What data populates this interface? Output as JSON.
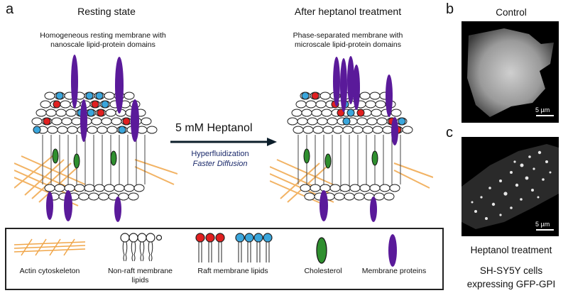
{
  "panel_a": {
    "letter": "a",
    "left_title": "Resting state",
    "left_subtitle_line1": "Homogeneous resting membrane with",
    "left_subtitle_line2": "nanoscale lipid-protein domains",
    "right_title": "After heptanol treatment",
    "right_subtitle_line1": "Phase-separated membrane with",
    "right_subtitle_line2": "microscale lipid-protein domains",
    "arrow_label": "5 mM Heptanol",
    "arrow_sub1": "Hyperfluidization",
    "arrow_sub2": "Faster Diffusion"
  },
  "panel_b": {
    "letter": "b",
    "title": "Control",
    "scale": "5 µm"
  },
  "panel_c": {
    "letter": "c",
    "scale": "5 µm",
    "caption": "Heptanol treatment",
    "cells_line1": "SH-SY5Y cells",
    "cells_line2": "expressing GFP-GPI"
  },
  "legend": {
    "items": [
      {
        "label": "Actin cytoskeleton"
      },
      {
        "label": "Non-raft membrane lipids"
      },
      {
        "label": "Raft membrane lipids"
      },
      {
        "label": "Cholesterol"
      },
      {
        "label": "Membrane proteins"
      }
    ]
  },
  "colors": {
    "raft_red": "#e02020",
    "raft_blue": "#3aa6dc",
    "cholesterol": "#2f8f2f",
    "protein": "#5a1a9a",
    "actin": "#f0a64a",
    "arrow": "#0c1e2a"
  }
}
